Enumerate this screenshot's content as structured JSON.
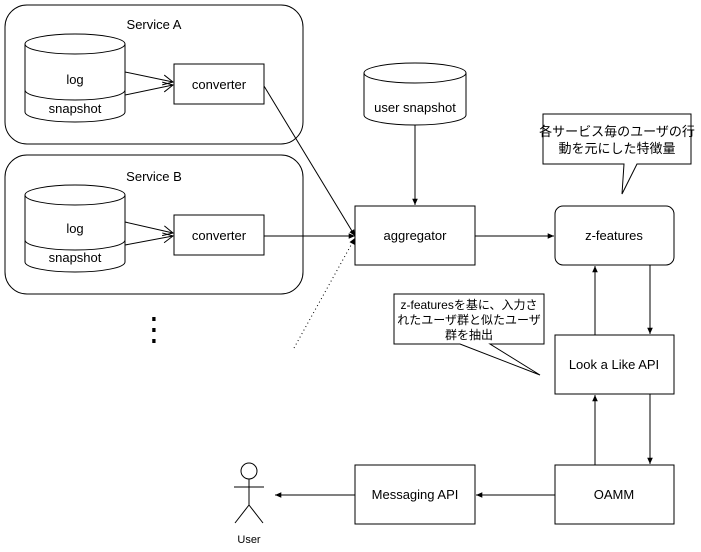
{
  "groups": {
    "service_a": "Service A",
    "service_b": "Service B"
  },
  "db": {
    "log": "log",
    "snapshot": "snapshot",
    "user_snapshot": "user snapshot"
  },
  "nodes": {
    "converter": "converter",
    "aggregator": "aggregator",
    "z_features": "z-features",
    "look_a_like": "Look a Like API",
    "oamm": "OAMM",
    "messaging": "Messaging API"
  },
  "actor": {
    "user": "User"
  },
  "callouts": {
    "features": [
      "各サービス毎のユーザの行",
      "動を元にした特徴量"
    ],
    "lookalike": [
      "z-featuresを基に、入力さ",
      "れたユーザ群と似たユーザ",
      "群を抽出"
    ]
  },
  "ellipsis": "⋮"
}
